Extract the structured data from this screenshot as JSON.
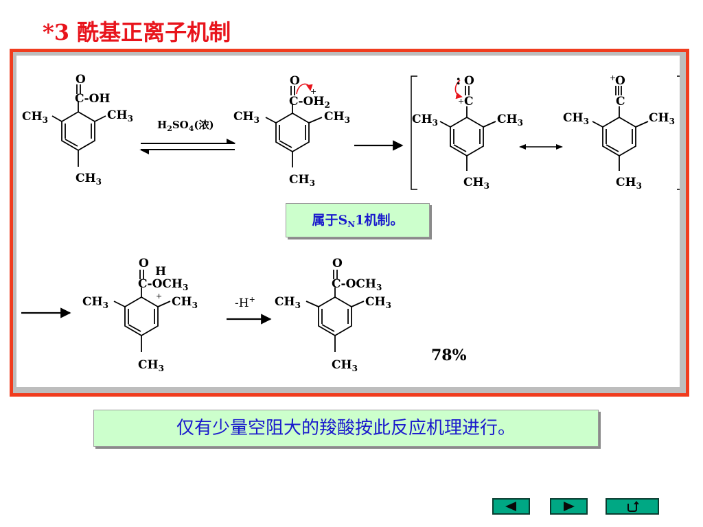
{
  "slide": {
    "title": "*3  酰基正离子机制"
  },
  "reaction": {
    "step1_reagent": [
      "H",
      "2",
      "SO",
      "4",
      "(浓)"
    ],
    "step3_reagent": [
      "-H",
      "+"
    ],
    "yield": "78%",
    "labels": {
      "o": "O",
      "oh": "-OH",
      "c": "C",
      "c_oh2": [
        "-OH",
        "2"
      ],
      "c_och3": "-OCH",
      "och3_sub": "3",
      "h": "H",
      "plus": "+",
      "ch": "CH",
      "sub3": "3",
      "lone_pair": ":"
    }
  },
  "notes": {
    "mechanism_type": [
      "属于S",
      "N",
      "1机制。"
    ],
    "scope_note": "仅有少量空阻大的羧酸按此反应机理进行。"
  },
  "navigation": {
    "prev_icon": "triangle-left",
    "next_icon": "triangle-right",
    "return_icon": "u-turn-arrow"
  },
  "colors": {
    "title": "#e8141c",
    "frame": "#f03c1e",
    "note_text": "#1a1acc",
    "note_bg": "#ccffcc",
    "nav_button": "#00a884",
    "curved_arrow": "#e8141c"
  }
}
